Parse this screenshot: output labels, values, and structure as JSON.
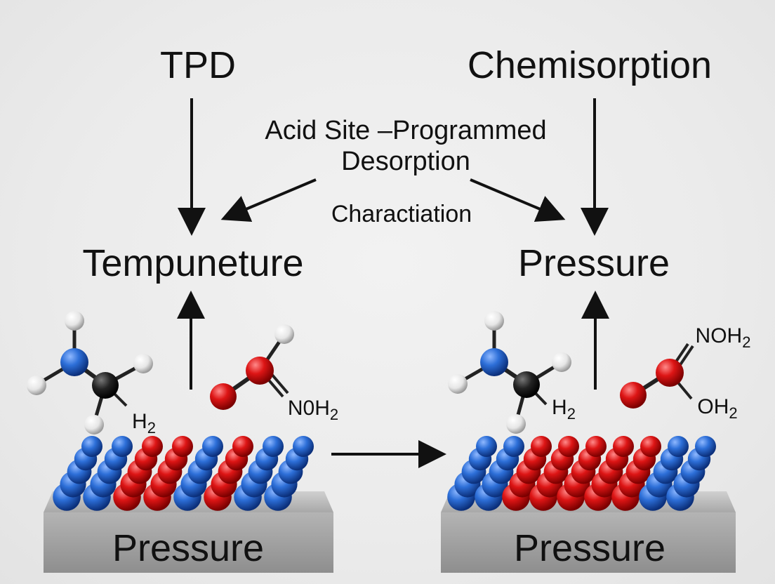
{
  "labels": {
    "tpd": "TPD",
    "chemisorption": "Chemisorption",
    "center_line1": "Acid Site –Programmed",
    "center_line2": "Desorption",
    "characterization": "Charactiation",
    "temperature": "Tempuneture",
    "pressure_top": "Pressure",
    "left_block": "Pressure",
    "right_block": "Pressure"
  },
  "molecules": {
    "left_h2": "H",
    "left_h2_sub": "2",
    "left_noh2": "N0H",
    "left_noh2_sub": "2",
    "right_h2": "H",
    "right_h2_sub": "2",
    "right_noh2": "NOH",
    "right_noh2_sub": "2",
    "right_oh2": "OH",
    "right_oh2_sub": "2"
  },
  "colors": {
    "blue_atom": "#1f5fc4",
    "red_atom": "#d01010",
    "slab": "#9a9a9a",
    "arrow": "#111111"
  },
  "surfaces": {
    "left_column_pattern": [
      "blue",
      "blue",
      "red",
      "red",
      "blue",
      "red",
      "blue",
      "blue"
    ],
    "right_column_pattern": [
      "blue",
      "blue",
      "red",
      "red",
      "red",
      "red",
      "red",
      "blue",
      "blue"
    ]
  }
}
